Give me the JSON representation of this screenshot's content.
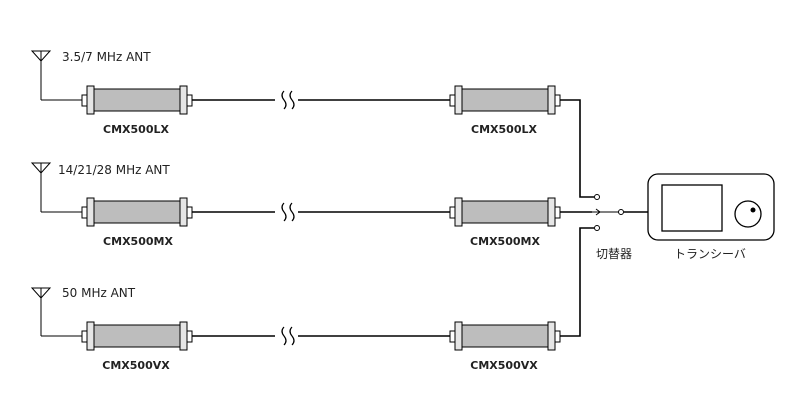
{
  "rows": [
    {
      "antenna_label": "3.5/7 MHz  ANT",
      "left_model": "CMX500LX",
      "right_model": "CMX500LX"
    },
    {
      "antenna_label": "14/21/28 MHz  ANT",
      "left_model": "CMX500MX",
      "right_model": "CMX500MX"
    },
    {
      "antenna_label": "50 MHz  ANT",
      "left_model": "CMX500VX",
      "right_model": "CMX500VX"
    }
  ],
  "switch_label": "切替器",
  "transceiver_label": "トランシーバ"
}
